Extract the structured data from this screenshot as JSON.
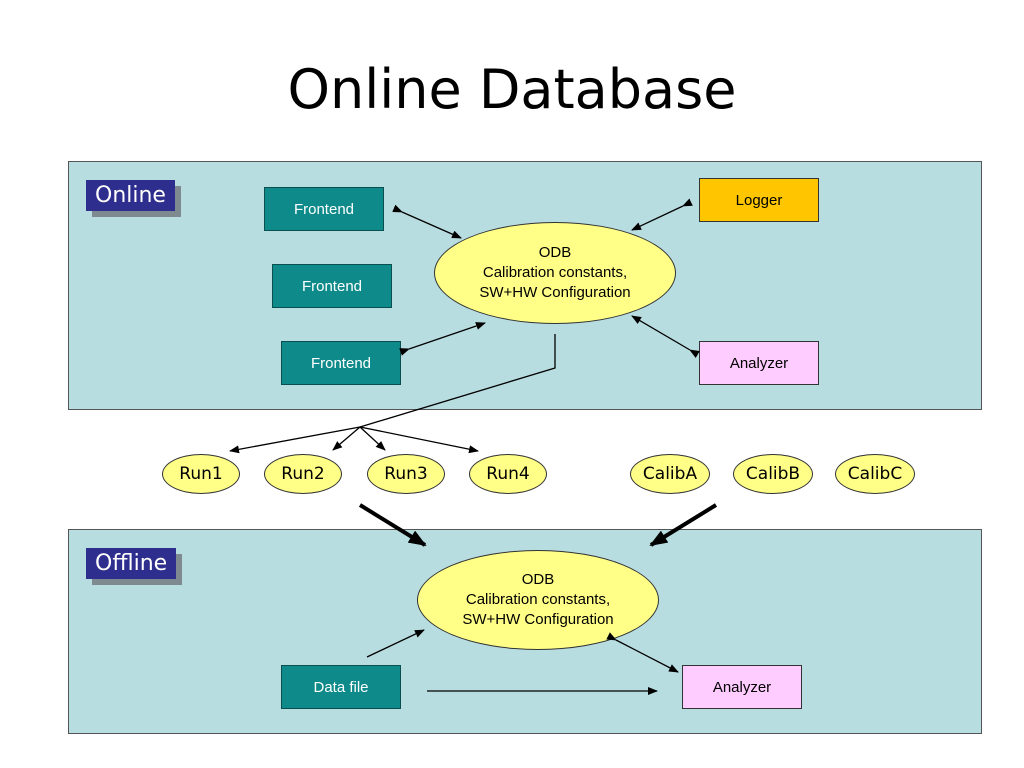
{
  "title": "Online Database",
  "online": {
    "tag": "Online",
    "frontends": [
      "Frontend",
      "Frontend",
      "Frontend"
    ],
    "logger": "Logger",
    "analyzer": "Analyzer",
    "odb": {
      "line1": "ODB",
      "line2": "Calibration constants,",
      "line3": "SW+HW Configuration"
    }
  },
  "runs": [
    "Run1",
    "Run2",
    "Run3",
    "Run4"
  ],
  "calibs": [
    "CalibA",
    "CalibB",
    "CalibC"
  ],
  "offline": {
    "tag": "Offline",
    "datafile": "Data file",
    "analyzer": "Analyzer",
    "odb": {
      "line1": "ODB",
      "line2": "Calibration constants,",
      "line3": "SW+HW Configuration"
    }
  },
  "colors": {
    "panel": "#b8dde0",
    "tag": "#2e2e8e",
    "frontend": "#0f8a8a",
    "logger": "#ffc600",
    "analyzer": "#ffccff",
    "odb": "#ffff88"
  }
}
